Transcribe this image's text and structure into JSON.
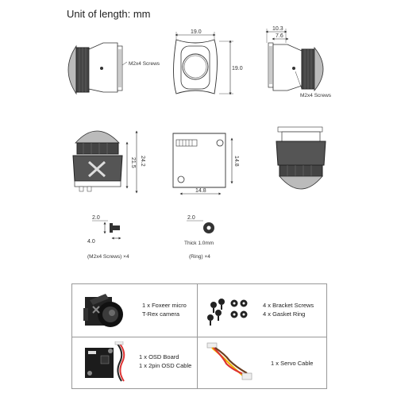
{
  "header": {
    "unit_label": "Unit of length: mm"
  },
  "dimensions": {
    "front_width": "19.0",
    "front_height": "19.0",
    "side_top_1": "10.3",
    "side_top_2": "7.6",
    "bottom_height_1": "24.2",
    "bottom_height_2": "21.5",
    "board_height": "14.8",
    "board_width": "14.8",
    "screw_d": "2.0",
    "screw_l": "4.0",
    "ring_d": "2.0"
  },
  "labels": {
    "screws_left": "M2x4 Screws",
    "screws_right": "M2x4 Screws",
    "thick": "Thick 1.0mm",
    "screws_qty": "(M2x4 Screws) ×4",
    "ring_qty": "(Ring) ×4"
  },
  "package": {
    "camera": [
      "1 x Foxeer micro",
      "T-Rex camera"
    ],
    "screws": [
      "4 x Bracket Screws",
      "4 x Gasket Ring"
    ],
    "osd": [
      "1 x OSD Board",
      "1 x 2pin OSD Cable"
    ],
    "servo": [
      "1 x Servo Cable"
    ]
  }
}
